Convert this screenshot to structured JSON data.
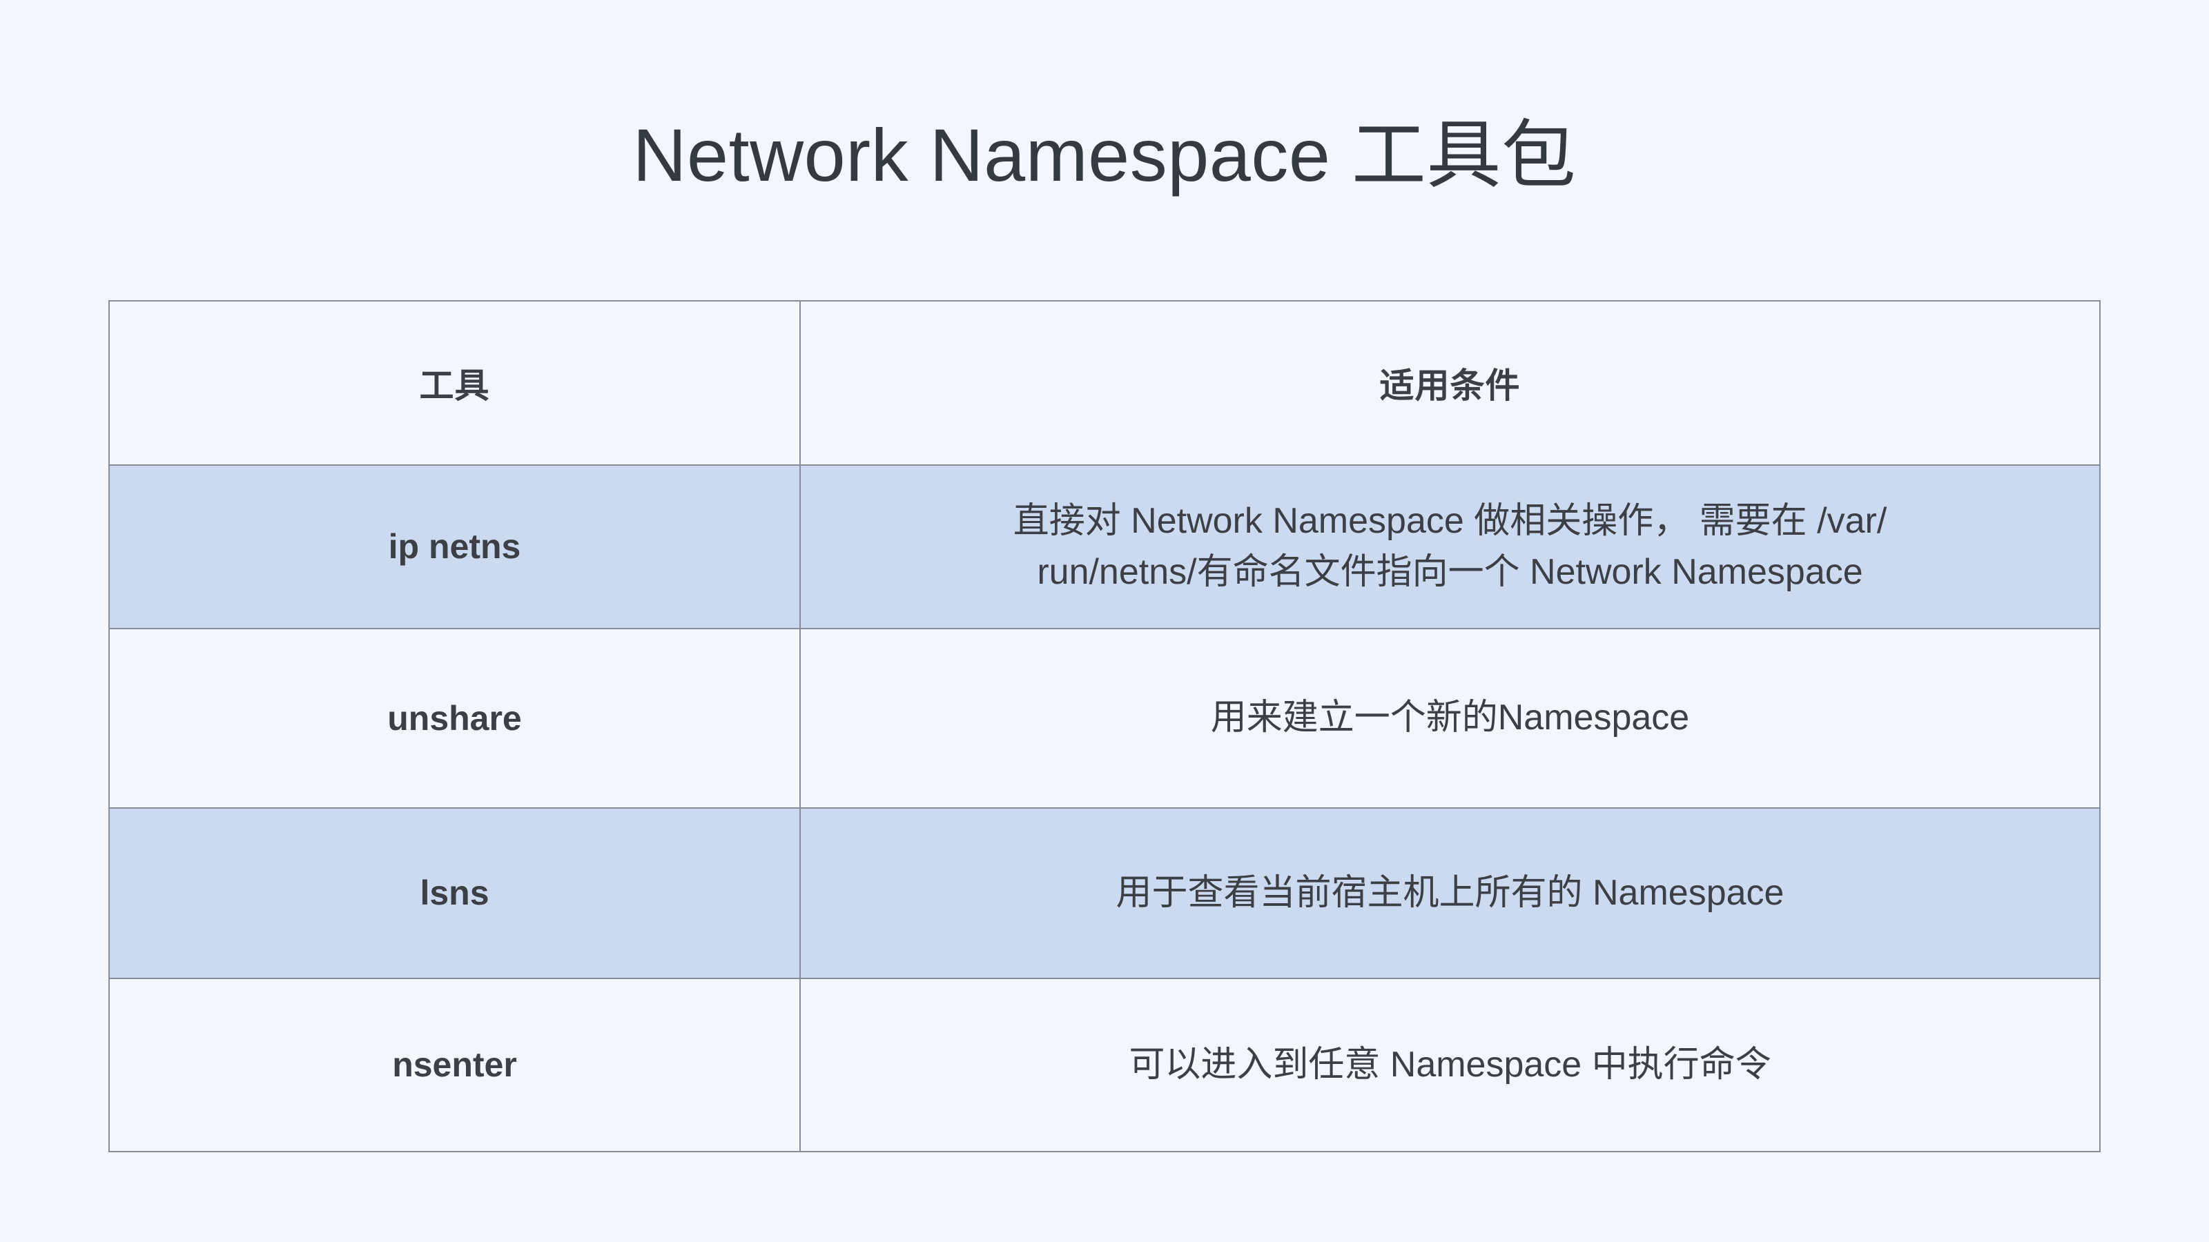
{
  "page": {
    "background_color": "#f3f6fb",
    "text_color": "#3b3f46",
    "highlight_row_color": "#ccdaf0",
    "border_color": "#878d98"
  },
  "title": "Network Namespace 工具包",
  "table": {
    "headers": {
      "tool": "工具",
      "condition": "适用条件"
    },
    "rows": [
      {
        "tool": "ip netns",
        "condition_line1": "直接对 Network Namespace 做相关操作， 需要在 /var/",
        "condition_line2": "run/netns/有命名文件指向一个 Network Namespace",
        "highlighted": true
      },
      {
        "tool": "unshare",
        "condition_line1": "用来建立一个新的Namespace",
        "condition_line2": "",
        "highlighted": false
      },
      {
        "tool": "lsns",
        "condition_line1": "用于查看当前宿主机上所有的 Namespace",
        "condition_line2": "",
        "highlighted": true
      },
      {
        "tool": "nsenter",
        "condition_line1": "可以进入到任意 Namespace 中执行命令",
        "condition_line2": "",
        "highlighted": false
      }
    ]
  }
}
